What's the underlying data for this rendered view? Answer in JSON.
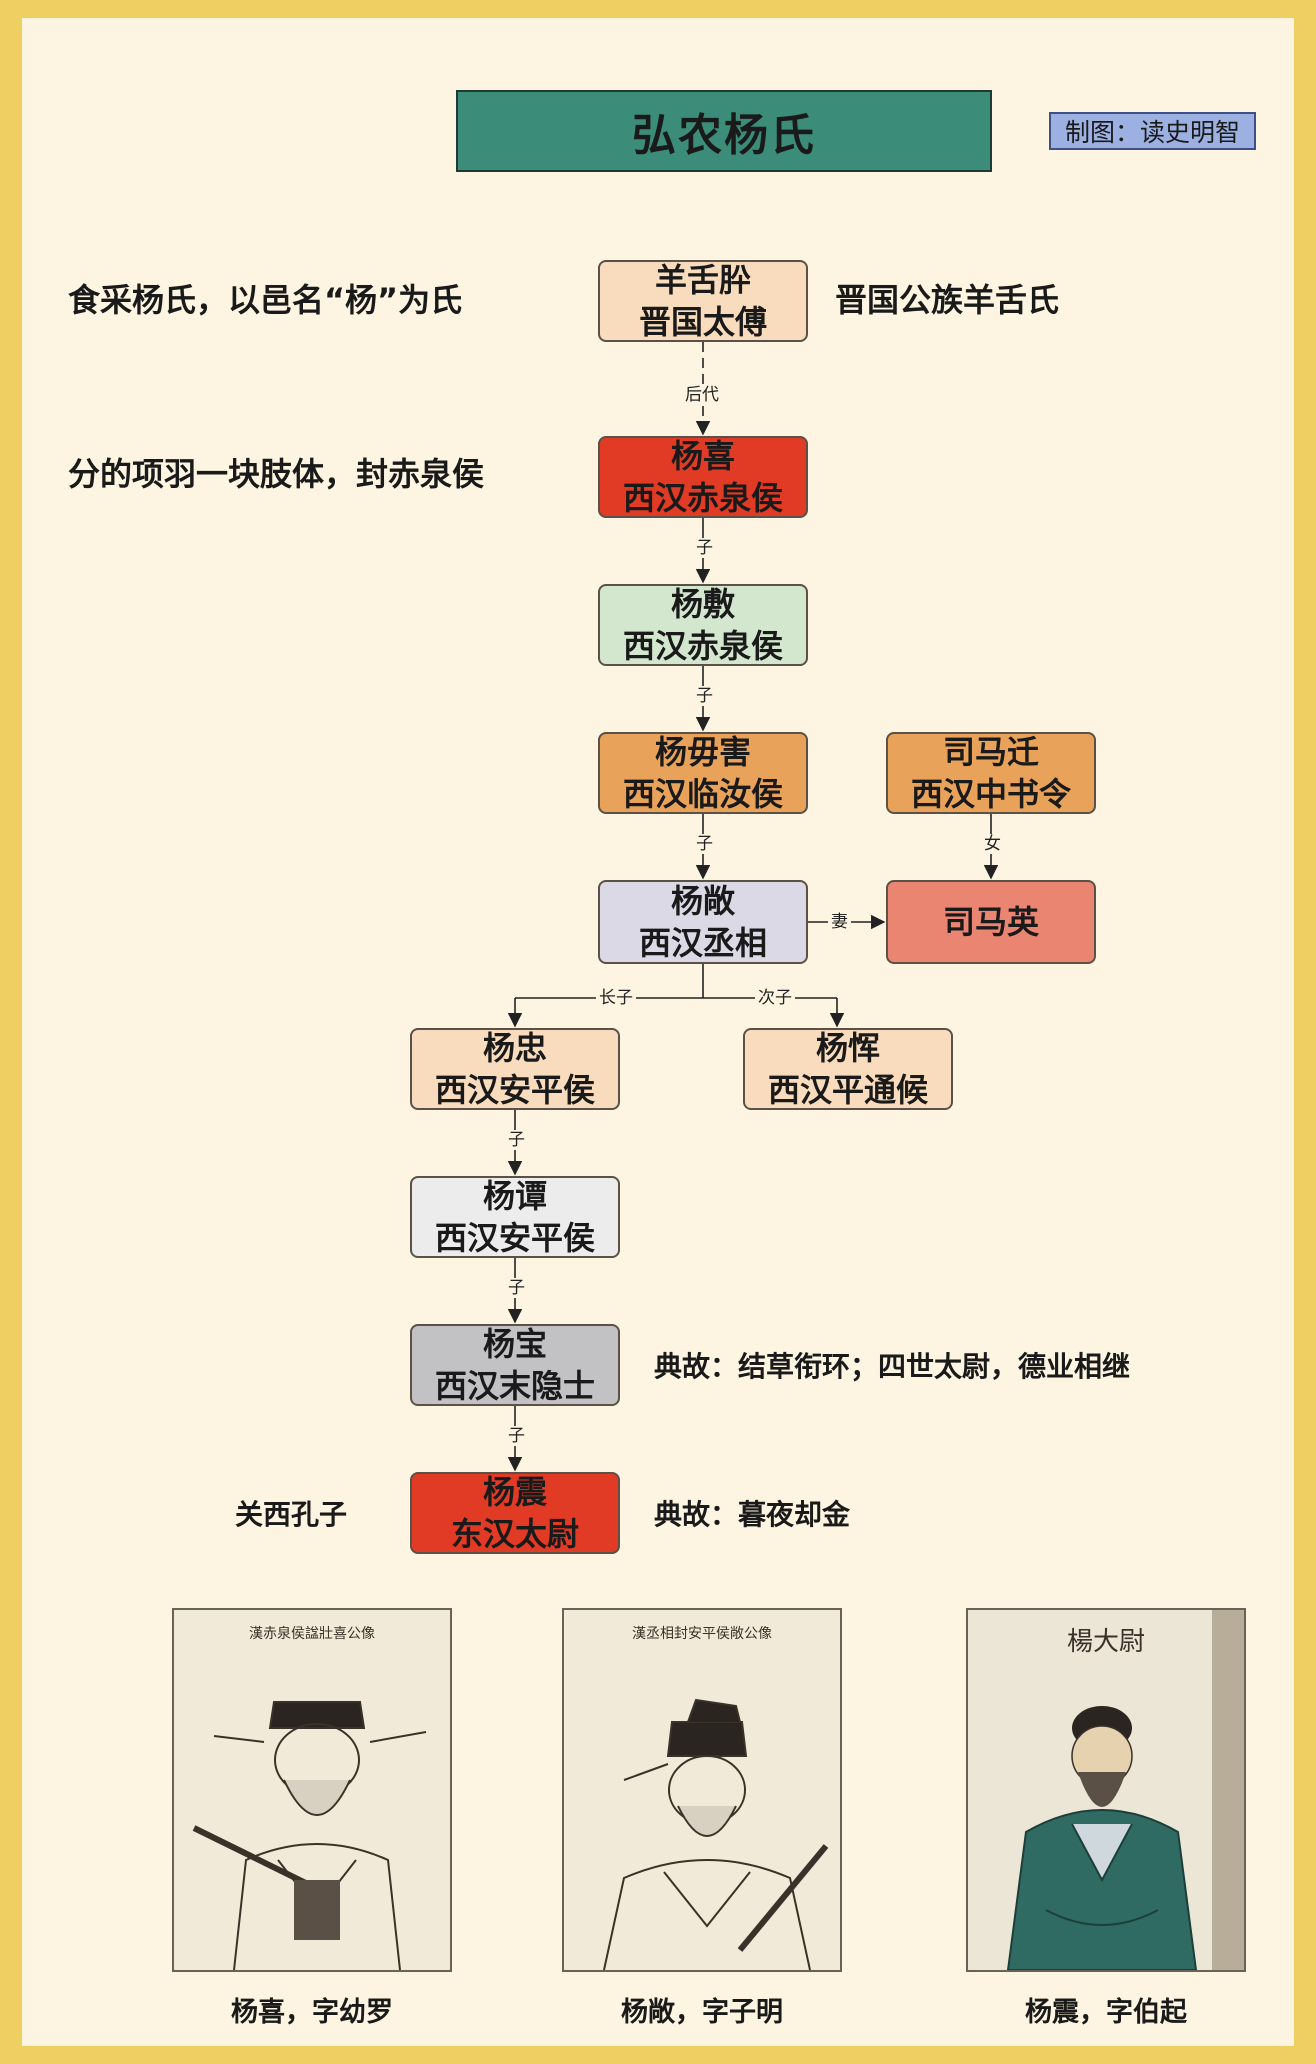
{
  "title": "弘农杨氏",
  "credit": "制图：读史明智",
  "colors": {
    "peach": "#f8dcbd",
    "red": "#e13b25",
    "green": "#d3e7cf",
    "orange": "#e9a25a",
    "lavender": "#dcd9e6",
    "salmon": "#ea8572",
    "lightgray": "#ececec",
    "gray": "#c2c1c4",
    "title_teal": "#3b8c78",
    "credit_blue": "#9db0e2"
  },
  "nodes": {
    "yangshe": {
      "name": "羊舌肸",
      "title": "晋国太傅"
    },
    "yangxi": {
      "name": "杨喜",
      "title": "西汉赤泉侯"
    },
    "yangfu": {
      "name": "杨敷",
      "title": "西汉赤泉侯"
    },
    "yangwuhai": {
      "name": "杨毋害",
      "title": "西汉临汝侯"
    },
    "simaqian": {
      "name": "司马迁",
      "title": "西汉中书令"
    },
    "yangchang": {
      "name": "杨敞",
      "title": "西汉丞相"
    },
    "simaying": {
      "name": "司马英"
    },
    "yangzhong": {
      "name": "杨忠",
      "title": "西汉安平侯"
    },
    "yangyun": {
      "name": "杨恽",
      "title": "西汉平通候"
    },
    "yangtan": {
      "name": "杨谭",
      "title": "西汉安平侯"
    },
    "yangbao": {
      "name": "杨宝",
      "title": "西汉末隐士"
    },
    "yangzhen": {
      "name": "杨震",
      "title": "东汉太尉"
    }
  },
  "edge_labels": {
    "descendant": "后代",
    "son": "子",
    "daughter": "女",
    "wife": "妻",
    "eldest_son": "长子",
    "second_son": "次子"
  },
  "notes": {
    "shicai": "食采杨氏，以邑名“杨”为氏",
    "gongzu": "晋国公族羊舌氏",
    "xiangyu": "分的项羽一块肢体，封赤泉侯",
    "diangu_bao": "典故：结草衔环；四世太尉，德业相继",
    "guanxi": "关西孔子",
    "diangu_zhen": "典故：暮夜却金"
  },
  "portraits": {
    "p1_header": "漢赤泉侯諡壯喜公像",
    "p2_header": "漢丞相封安平侯敞公像",
    "p3_header": "楊大尉"
  },
  "captions": {
    "p1": "杨喜，字幼罗",
    "p2": "杨敞，字子明",
    "p3": "杨震，字伯起"
  }
}
